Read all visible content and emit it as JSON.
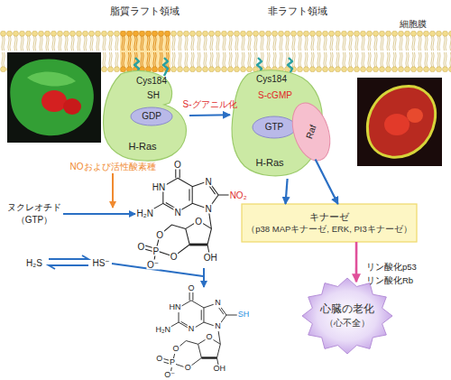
{
  "diagram": {
    "nodes": [
      {
        "text": [
          "Cys184",
          "SH",
          "H-Ras"
        ]
      },
      {
        "text": [
          "GDP"
        ],
        "in": 0
      },
      {
        "text": [
          "Cys184",
          "S-cGMP",
          "H-Ras"
        ]
      },
      {
        "text": [
          "GTP"
        ],
        "in": 2
      },
      {
        "text": [
          "Raf"
        ]
      },
      {
        "text": [
          "キナーゼ",
          "（p38 MAPキナーゼ, ERK, PI3キナーゼ）"
        ]
      },
      {
        "text": [
          "心臓の老化",
          "（心不全）"
        ]
      }
    ],
    "edges": [
      {
        "from": 0,
        "to": 2,
        "label": "S-グアニル化",
        "arrow": "to"
      },
      {
        "from": 2,
        "to": 5,
        "arrow": "to"
      },
      {
        "from": 4,
        "to": 5,
        "arrow": "to"
      },
      {
        "from": 5,
        "to": 6,
        "arrow": "to"
      }
    ],
    "labels": [
      "脂質ラフト領域",
      "非ラフト領域",
      "細胞膜",
      "NOおよび活性酸素種",
      "ヌクレオチド",
      "（GTP）",
      "H₂S",
      "HS⁻",
      "リン酸化p53",
      "リン酸化Rb",
      "O",
      "HN",
      "H₂N",
      "N",
      "N",
      "N",
      "NO₂",
      "O",
      "O",
      "P",
      "O",
      "O",
      "O⁻",
      "OH",
      "O",
      "HN",
      "H₂N",
      "N",
      "N",
      "N",
      "SH",
      "O",
      "O",
      "P",
      "O",
      "O",
      "O⁻",
      "OH"
    ]
  }
}
